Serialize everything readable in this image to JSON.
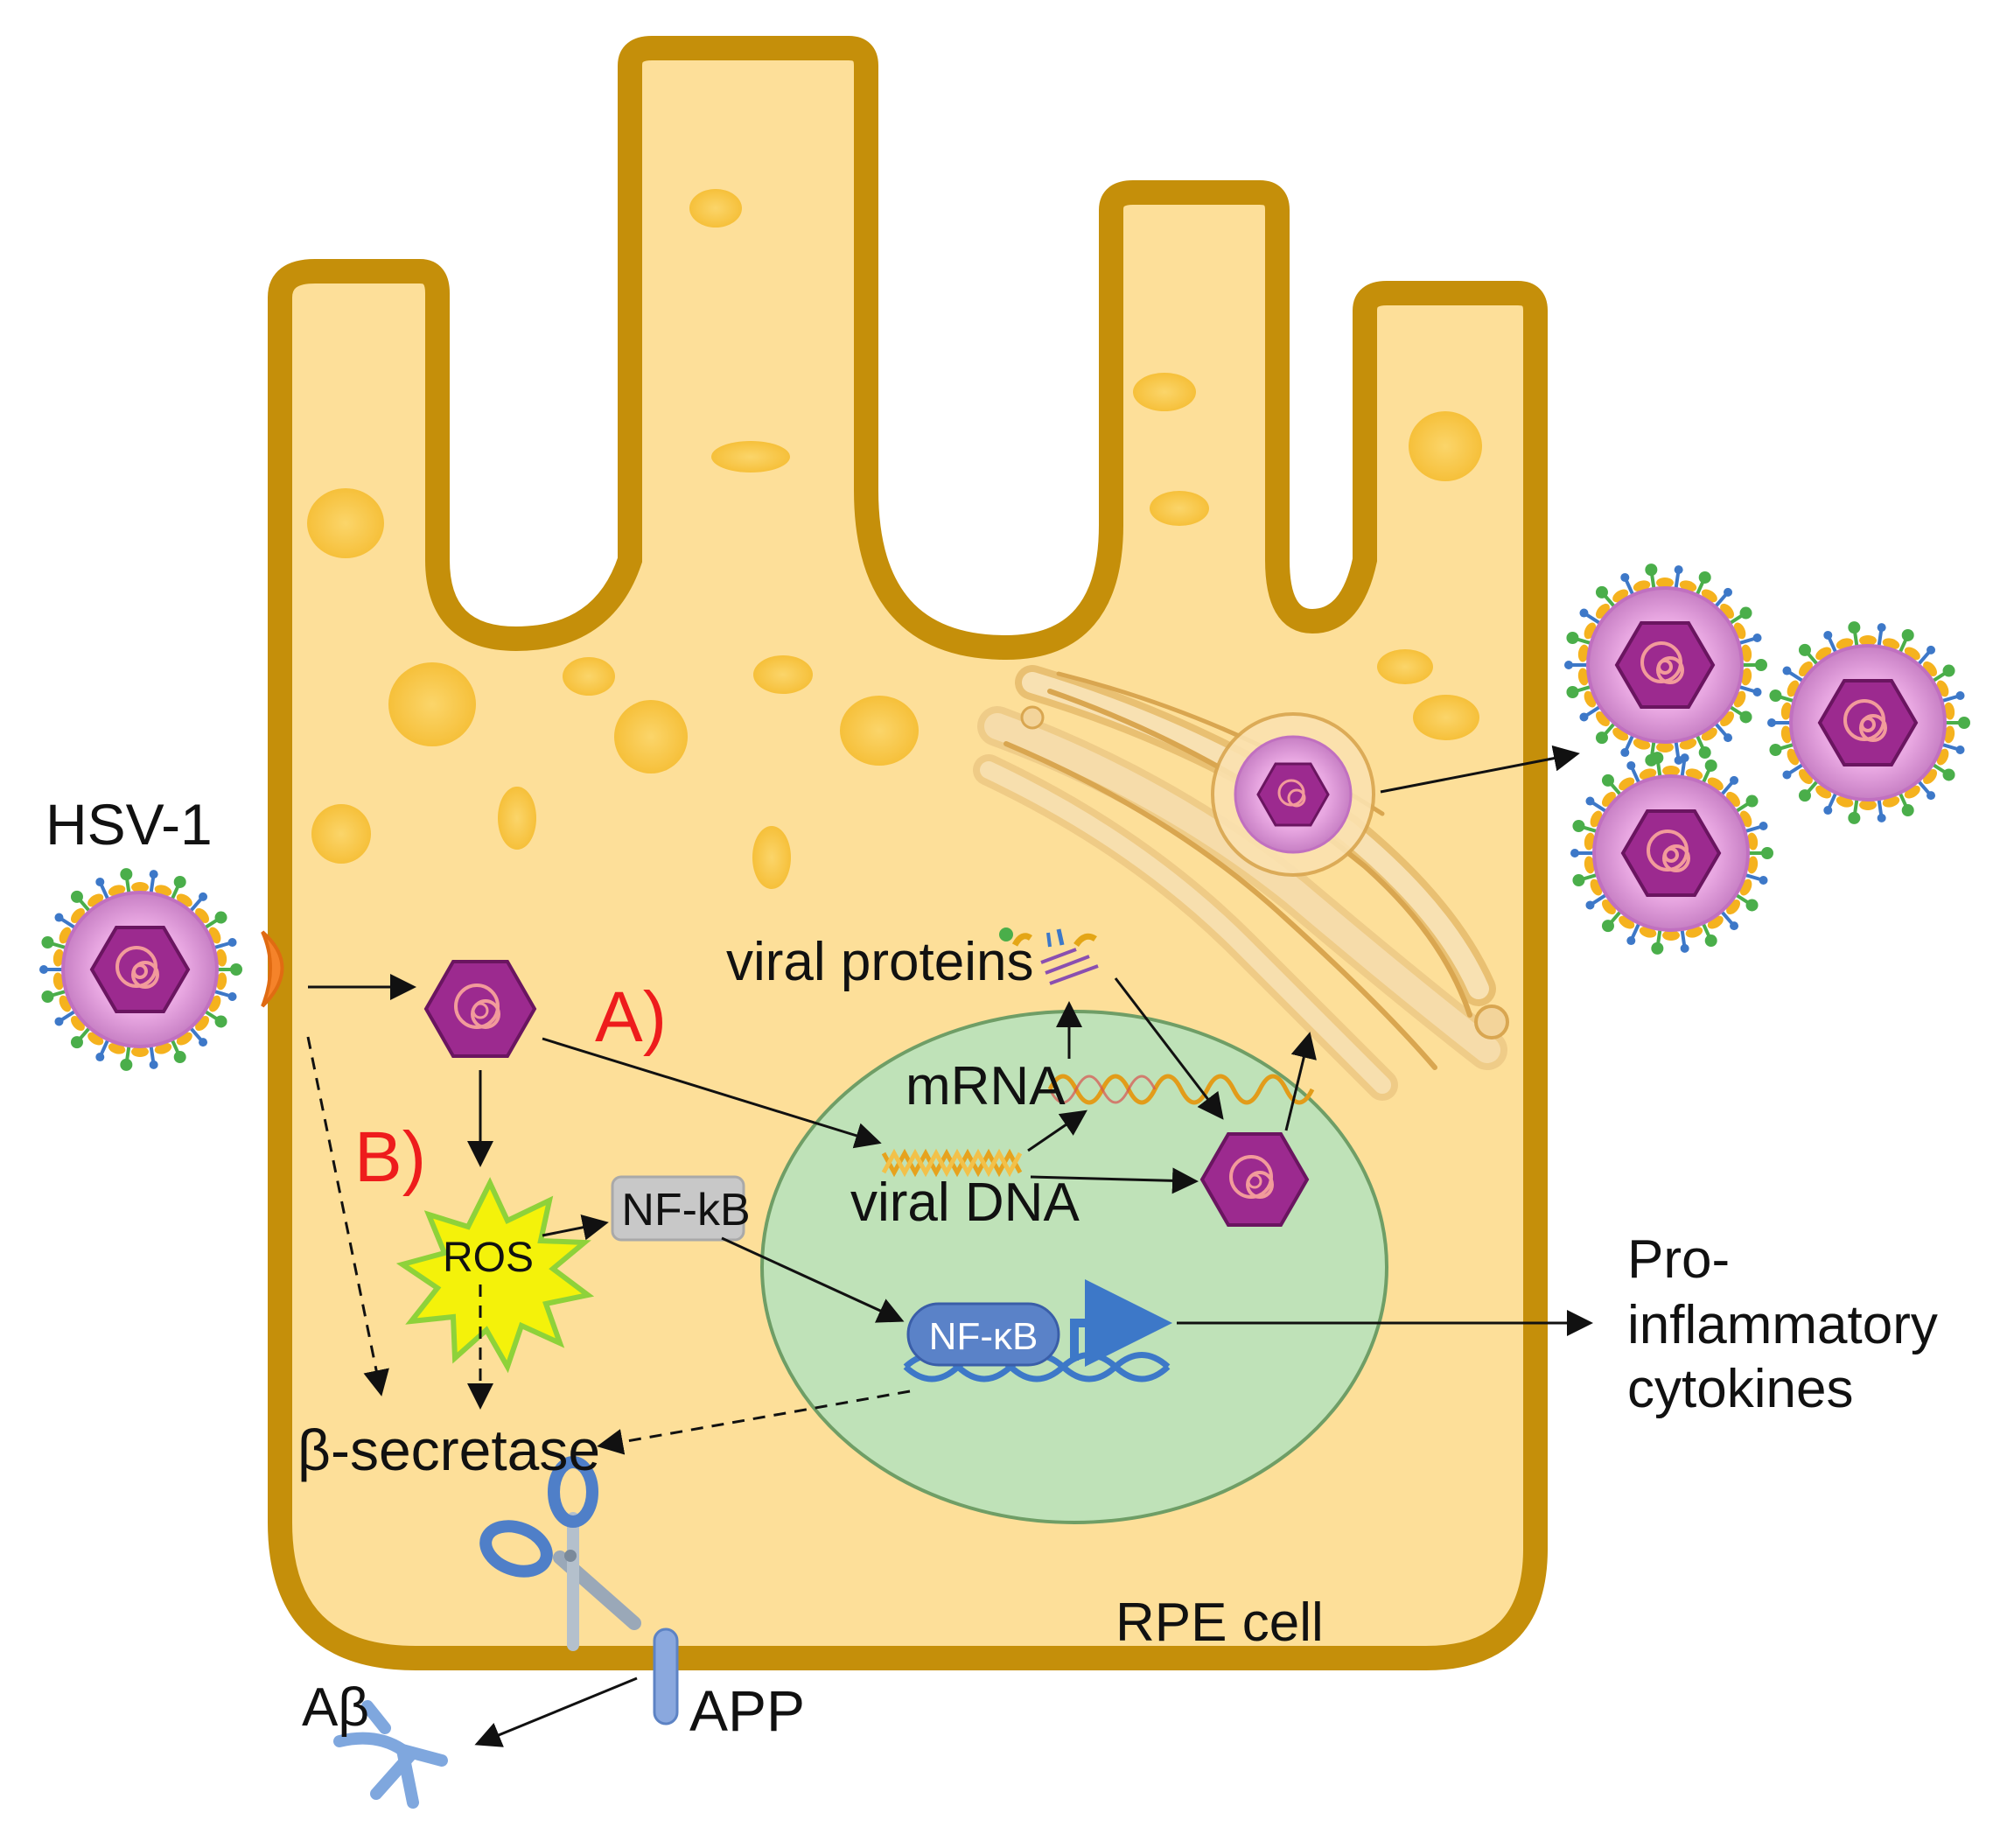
{
  "labels": {
    "virus": "HSV-1",
    "pathway_a": "A)",
    "pathway_b": "B)",
    "viral_proteins": "viral proteins",
    "mrna": "mRNA",
    "viral_dna": "viral DNA",
    "ros": "ROS",
    "nfkb_cytoplasm": "NF-kB",
    "nfkb_nucleus": "NF-κB",
    "beta_secretase": "β-secretase",
    "cell": "RPE  cell",
    "app": "APP",
    "abeta": "Aβ",
    "cytokines_line1": "Pro-",
    "cytokines_line2": "inflammatory",
    "cytokines_line3": "cytokines"
  },
  "colors": {
    "cell_fill": "#fddf99",
    "cell_border": "#c58f0a",
    "vesicle": "#f9c844",
    "nucleus_fill": "#bfe2b8",
    "nucleus_border": "#6f9e66",
    "virus_envelope": "#e59be0",
    "capsid": "#9c2a8f",
    "ros_fill": "#f4f20a",
    "ros_border": "#8ed23a",
    "nfkb_box": "#c8c8c8",
    "nfkb_nuclear": "#5a82c8",
    "label_red": "#ee1c1c"
  }
}
